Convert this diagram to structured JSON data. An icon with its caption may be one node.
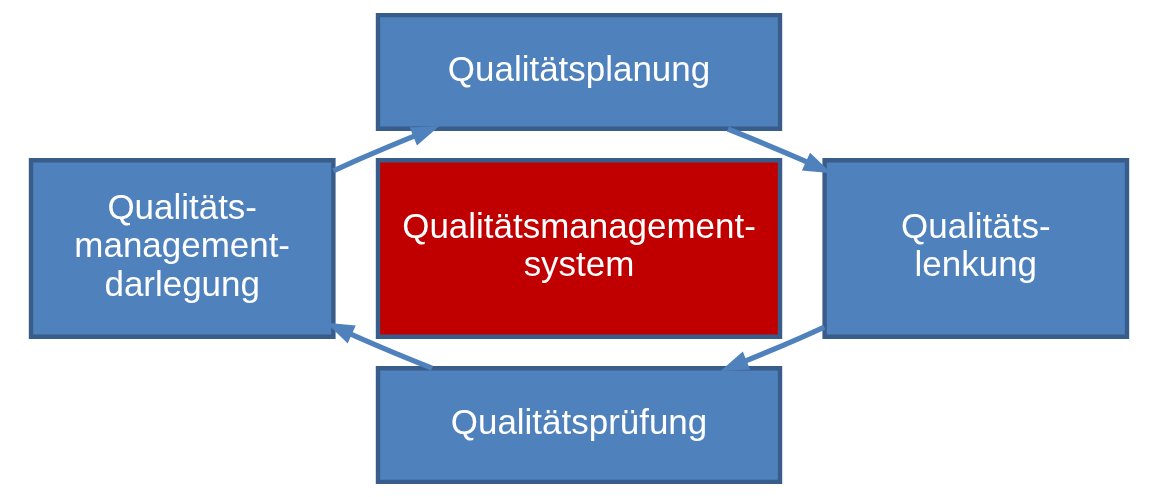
{
  "diagram": {
    "nodes": [
      {
        "text": [
          "Qualitätsplanung"
        ]
      },
      {
        "text": [
          "Qualitäts- management- darlegung"
        ]
      },
      {
        "text": [
          "Qualitätsmanagement- system"
        ]
      },
      {
        "text": [
          "Qualitäts- lenkung"
        ]
      },
      {
        "text": [
          "Qualitätsprüfung"
        ]
      }
    ],
    "edges": [
      {
        "from": 1,
        "to": 0,
        "arrow": "to"
      },
      {
        "from": 0,
        "to": 3,
        "arrow": "to"
      },
      {
        "from": 3,
        "to": 4,
        "arrow": "to"
      },
      {
        "from": 4,
        "to": 1,
        "arrow": "to"
      }
    ]
  }
}
